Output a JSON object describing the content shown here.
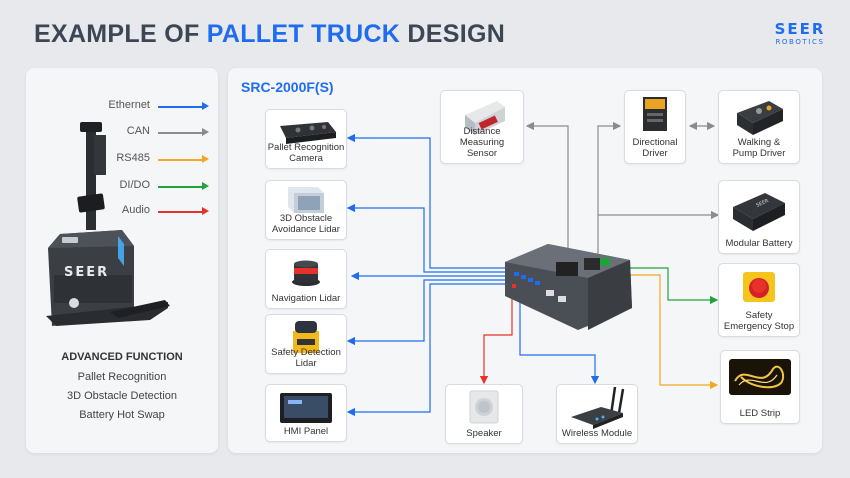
{
  "header": {
    "title_prefix": "EXAMPLE OF",
    "title_accent": "PALLET TRUCK",
    "title_suffix": "DESIGN",
    "brand_name": "SEER",
    "brand_sub": "ROBOTICS",
    "accent_color": "#1f6cf0"
  },
  "legend": [
    {
      "label": "Ethernet",
      "color": "#1f6cf0"
    },
    {
      "label": "CAN",
      "color": "#8c8c8c"
    },
    {
      "label": "RS485",
      "color": "#f5a623"
    },
    {
      "label": "DI/DO",
      "color": "#21a33a"
    },
    {
      "label": "Audio",
      "color": "#e8312a"
    }
  ],
  "robot_logo": "SEER",
  "advanced": {
    "title": "ADVANCED FUNCTION",
    "items": [
      "Pallet Recognition",
      "3D Obstacle Detection",
      "Battery Hot Swap"
    ]
  },
  "controller": {
    "label": "SRC-2000F(S)"
  },
  "nodes": {
    "pallet_camera": {
      "line1": "Pallet Recognition",
      "line2": "Camera"
    },
    "obstacle_lidar": {
      "line1": "3D Obstacle",
      "line2": "Avoidance Lidar"
    },
    "nav_lidar": {
      "line1": "Navigation Lidar",
      "line2": ""
    },
    "safety_lidar": {
      "line1": "Safety Detection",
      "line2": "Lidar"
    },
    "hmi": {
      "line1": "HMI Panel",
      "line2": ""
    },
    "distance_sensor": {
      "line1": "Distance Measuring",
      "line2": "Sensor"
    },
    "directional_driver": {
      "line1": "Directional",
      "line2": "Driver"
    },
    "walking_driver": {
      "line1": "Walking &",
      "line2": "Pump Driver"
    },
    "battery": {
      "line1": "Modular Battery",
      "line2": ""
    },
    "emergency_stop": {
      "line1": "Safety",
      "line2": "Emergency Stop"
    },
    "led_strip": {
      "line1": "LED Strip",
      "line2": ""
    },
    "speaker": {
      "line1": "Speaker",
      "line2": ""
    },
    "wireless": {
      "line1": "Wireless Module",
      "line2": ""
    }
  }
}
